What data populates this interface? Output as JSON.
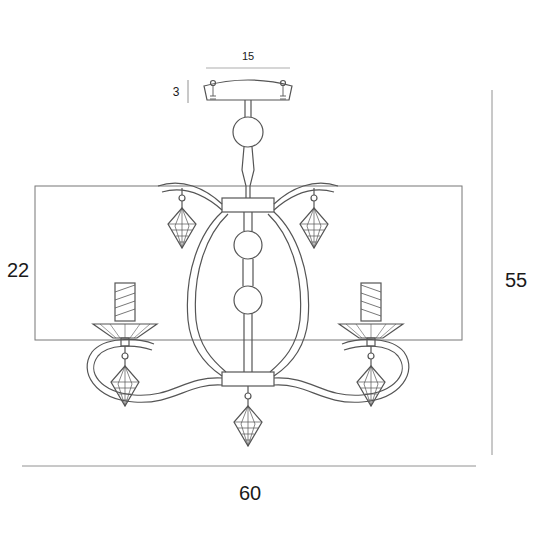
{
  "diagram": {
    "labels": [
      "15",
      "3",
      "22",
      "55",
      "60"
    ]
  }
}
